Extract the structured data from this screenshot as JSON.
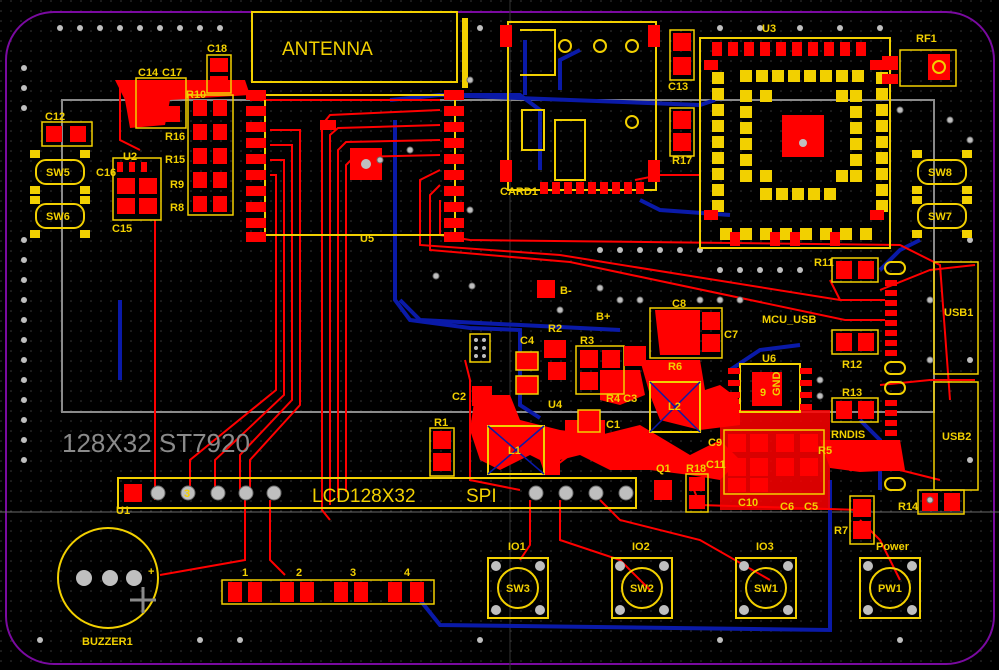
{
  "colors": {
    "background": "#000000",
    "board_edge": "#7a0aa0",
    "top_copper": "#ff0000",
    "bottom_copper": "#0a1aa8",
    "silkscreen": "#f2d000",
    "via": "#bfbfbf",
    "grid_dot": "#3a3a3a"
  },
  "labels": {
    "antenna": "ANTENNA",
    "lcd_model": "128X32 ST7920",
    "lcd_header": "LCD128X32",
    "spi": "SPI",
    "u1": "U1",
    "u2": "U2",
    "u3": "U3",
    "u4": "U4",
    "u5": "U5",
    "u6": "U6",
    "card1": "CARD1",
    "rf1": "RF1",
    "buzzer1": "BUZZER1",
    "mcu_usb": "MCU_USB",
    "usb1": "USB1",
    "usb2": "USB2",
    "rndis": "RNDIS",
    "power": "Power",
    "b_minus": "B-",
    "b_plus": "B+",
    "l1": "L1",
    "l2": "L2",
    "q1": "Q1",
    "gnd": "GND",
    "nine": "9",
    "plus": "+",
    "sw5": "SW5",
    "sw6": "SW6",
    "sw8": "SW8",
    "sw7": "SW7",
    "sw3": "SW3",
    "sw2": "SW2",
    "sw1": "SW1",
    "pw1": "PW1",
    "io1": "IO1",
    "io2": "IO2",
    "io3": "IO3",
    "c12": "C12",
    "c14": "C14",
    "c17": "C17",
    "c18": "C18",
    "c16": "C16",
    "c15": "C15",
    "c13": "C13",
    "c8": "C8",
    "c7": "C7",
    "c4": "C4",
    "c2": "C2",
    "c3": "C3",
    "c1": "C1",
    "c9": "C9",
    "c11": "C11",
    "c10": "C10",
    "c6": "C6",
    "c5": "C5",
    "r10": "R10",
    "r16": "R16",
    "r15": "R15",
    "r9": "R9",
    "r8": "R8",
    "r17": "R17",
    "r11": "R11",
    "r12": "R12",
    "r13": "R13",
    "r2": "R2",
    "r3": "R3",
    "r4": "R4",
    "r6": "R6",
    "r1": "R1",
    "r18": "R18",
    "r5": "R5",
    "r14": "R14",
    "r7": "R7",
    "pin3": "3",
    "pin1": "1",
    "pin2": "2",
    "pin3b": "3",
    "pin4": "4"
  }
}
